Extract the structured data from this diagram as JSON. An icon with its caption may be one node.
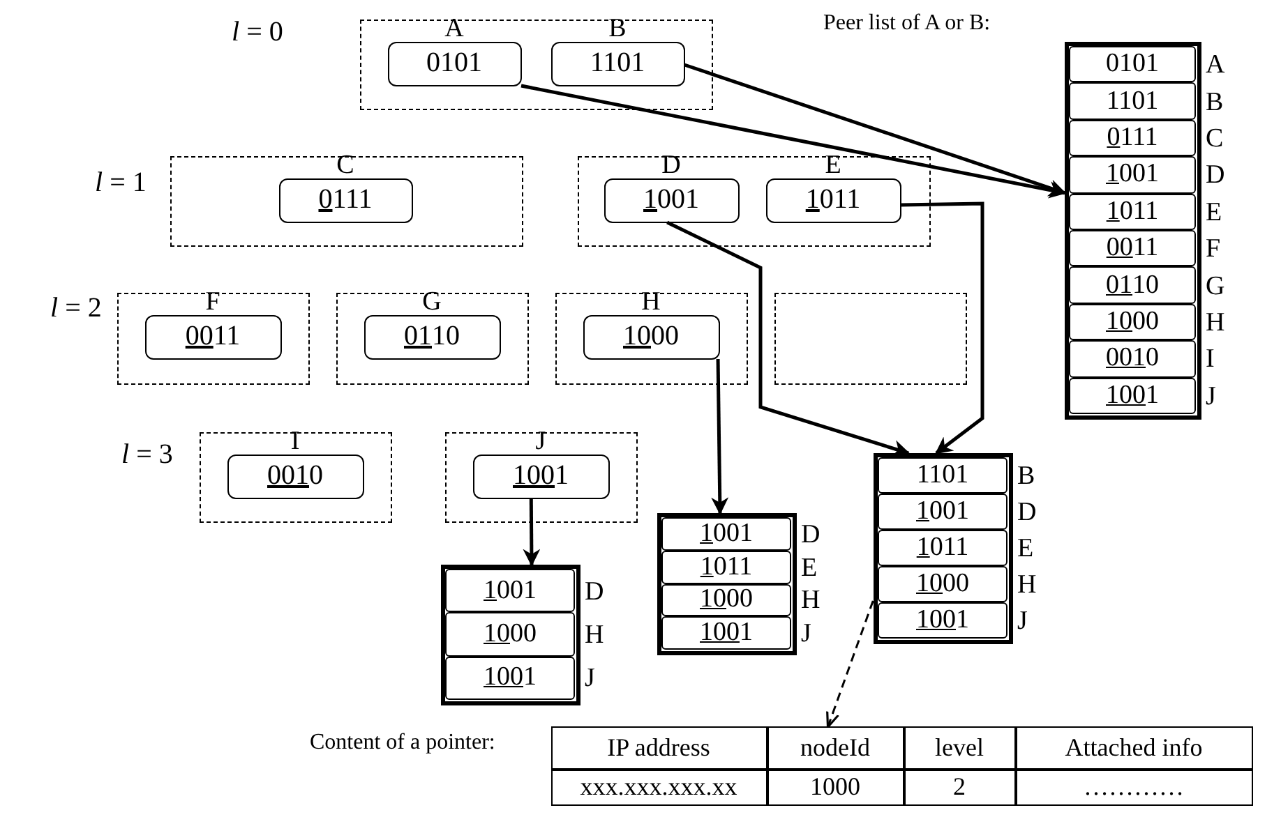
{
  "diagram": {
    "nodes": [
      {
        "text": [],
        "shape": "box"
      },
      {
        "text": [
          "A",
          "0101"
        ],
        "in": 0
      },
      {
        "text": [
          "B",
          "1101"
        ],
        "in": 0
      },
      {
        "text": [],
        "shape": "box"
      },
      {
        "text": [
          "C",
          "0111"
        ],
        "in": 3
      },
      {
        "text": [],
        "shape": "box"
      },
      {
        "text": [
          "D",
          "1001"
        ],
        "in": 5
      },
      {
        "text": [
          "E",
          "1011"
        ],
        "in": 5
      },
      {
        "text": [],
        "shape": "box"
      },
      {
        "text": [
          "F",
          "0011"
        ],
        "in": 8
      },
      {
        "text": [],
        "shape": "box"
      },
      {
        "text": [
          "G",
          "0110"
        ],
        "in": 10
      },
      {
        "text": [],
        "shape": "box"
      },
      {
        "text": [
          "H",
          "1000"
        ],
        "in": 12
      },
      {
        "text": [],
        "shape": "box"
      },
      {
        "text": [],
        "shape": "box"
      },
      {
        "text": [
          "I",
          "0010"
        ],
        "in": 15
      },
      {
        "text": [],
        "shape": "box"
      },
      {
        "text": [
          "J",
          "1001"
        ],
        "in": 17
      },
      {
        "text": [],
        "shape": "box"
      },
      {
        "text": [
          "0101"
        ],
        "beside": [
          "A"
        ],
        "in": 19
      },
      {
        "text": [
          "1101"
        ],
        "beside": [
          "B"
        ],
        "in": 19
      },
      {
        "text": [
          "0111"
        ],
        "beside": [
          "C"
        ],
        "in": 19
      },
      {
        "text": [
          "1001"
        ],
        "beside": [
          "D"
        ],
        "in": 19
      },
      {
        "text": [
          "1011"
        ],
        "beside": [
          "E"
        ],
        "in": 19
      },
      {
        "text": [
          "0011"
        ],
        "beside": [
          "F"
        ],
        "in": 19
      },
      {
        "text": [
          "0110"
        ],
        "beside": [
          "G"
        ],
        "in": 19
      },
      {
        "text": [
          "1000"
        ],
        "beside": [
          "H"
        ],
        "in": 19
      },
      {
        "text": [
          "0010"
        ],
        "beside": [
          "I"
        ],
        "in": 19
      },
      {
        "text": [
          "1001"
        ],
        "beside": [
          "J"
        ],
        "in": 19
      },
      {
        "text": [],
        "shape": "box"
      },
      {
        "text": [
          "1001"
        ],
        "beside": [
          "D"
        ],
        "in": 30
      },
      {
        "text": [
          "1000"
        ],
        "beside": [
          "H"
        ],
        "in": 30
      },
      {
        "text": [
          "1001"
        ],
        "beside": [
          "J"
        ],
        "in": 30
      },
      {
        "text": [],
        "shape": "box"
      },
      {
        "text": [
          "1001"
        ],
        "beside": [
          "D"
        ],
        "in": 34
      },
      {
        "text": [
          "1011"
        ],
        "beside": [
          "E"
        ],
        "in": 34
      },
      {
        "text": [
          "1000"
        ],
        "beside": [
          "H"
        ],
        "in": 34
      },
      {
        "text": [
          "1001"
        ],
        "beside": [
          "J"
        ],
        "in": 34
      },
      {
        "text": [],
        "shape": "box"
      },
      {
        "text": [
          "1101"
        ],
        "beside": [
          "B"
        ],
        "in": 39
      },
      {
        "text": [
          "1001"
        ],
        "beside": [
          "D"
        ],
        "in": 39
      },
      {
        "text": [
          "1011"
        ],
        "beside": [
          "E"
        ],
        "in": 39
      },
      {
        "text": [
          "1000"
        ],
        "beside": [
          "H"
        ],
        "in": 39
      },
      {
        "text": [
          "1001"
        ],
        "beside": [
          "J"
        ],
        "in": 39
      },
      {
        "text": [],
        "shape": "box"
      },
      {
        "text": [
          "IP address"
        ],
        "in": 45
      },
      {
        "text": [
          "nodeId"
        ],
        "in": 45
      },
      {
        "text": [
          "level"
        ],
        "in": 45
      },
      {
        "text": [
          "Attached info"
        ],
        "in": 45
      },
      {
        "text": [
          "xxx.xxx.xxx.xx"
        ],
        "in": 45
      },
      {
        "text": [
          "1000"
        ],
        "in": 45
      },
      {
        "text": [
          "2"
        ],
        "in": 45
      },
      {
        "text": [
          "…………"
        ],
        "in": 45
      }
    ],
    "edges": [
      {
        "from": 1,
        "to": 19,
        "arrow": "to"
      },
      {
        "from": 2,
        "to": 19,
        "arrow": "to"
      },
      {
        "from": 6,
        "to": 39,
        "arrow": "to"
      },
      {
        "from": 7,
        "to": 39,
        "arrow": "to"
      },
      {
        "from": 13,
        "to": 34,
        "arrow": "to"
      },
      {
        "from": 18,
        "to": 30,
        "arrow": "to"
      },
      {
        "from": 43,
        "to": 47,
        "arrow": "to",
        "style": "dashed"
      }
    ],
    "labels": [
      "*l* = 0",
      "Peer list of A or B:",
      "*l* = 1",
      "*l* = 2",
      "*l* = 3",
      "Content of a pointer:"
    ]
  }
}
